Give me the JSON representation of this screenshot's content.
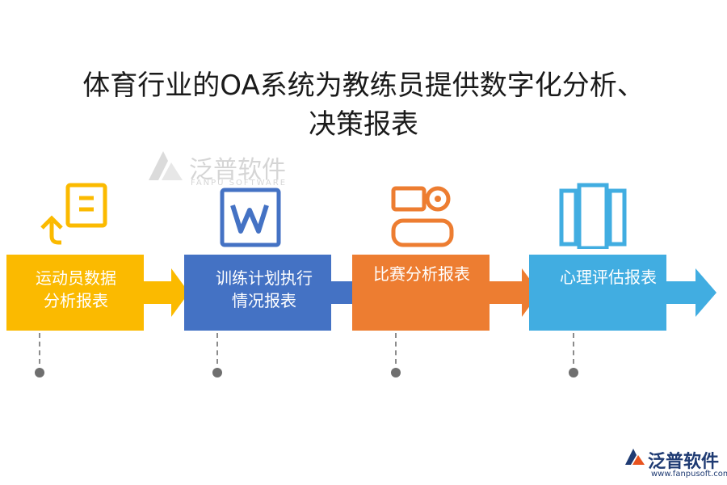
{
  "title": {
    "line1": "体育行业的OA系统为教练员提供数字化分析、",
    "line2": "决策报表"
  },
  "watermark": {
    "name": "泛普软件",
    "sub": "FANPU SOFTWARE"
  },
  "steps": [
    {
      "label_line1": "运动员数据",
      "label_line2": "分析报表",
      "color": "#FBBA00",
      "icon": "document-upload-icon"
    },
    {
      "label_line1": "训练计划执行",
      "label_line2": "情况报表",
      "color": "#4472C4",
      "icon": "word-document-icon"
    },
    {
      "label_line1": "比赛分析报表",
      "label_line2": "",
      "color": "#ED7D31",
      "icon": "id-card-icon"
    },
    {
      "label_line1": "心理评估报表",
      "label_line2": "",
      "color": "#41ADE1",
      "icon": "columns-icon"
    }
  ],
  "logo": {
    "name": "泛普软件",
    "url": "www.fanpusoft.com"
  }
}
